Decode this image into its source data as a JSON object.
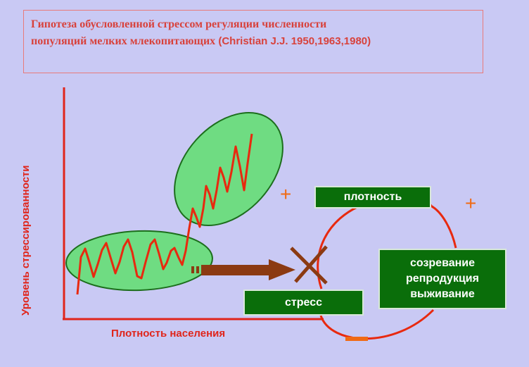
{
  "title": {
    "line1": "Гипотеза обусловленной стрессом регуляции численности",
    "line2_serif": "популяций мелких млекопитающих",
    "line2_sans": "(Christian J.J. 1950,1963,1980)"
  },
  "graph": {
    "ylabel": "Уровень стрессированности",
    "xlabel": "Плотность населения"
  },
  "cycle": {
    "density_label": "плотность",
    "stress_label": "стресс",
    "mature_lines": [
      "созревание",
      "репродукция",
      "выживание"
    ],
    "plus_top": "+",
    "plus_right": "+"
  },
  "colors": {
    "background": "#c9c9f4",
    "title_text": "#d8423c",
    "axis": "#e0251b",
    "ellipse_fill": "#6fdc82",
    "wave": "#e8290f",
    "box_fill": "#0a6e0a",
    "arrow": "#8b3a12",
    "sign": "#f06a14"
  }
}
